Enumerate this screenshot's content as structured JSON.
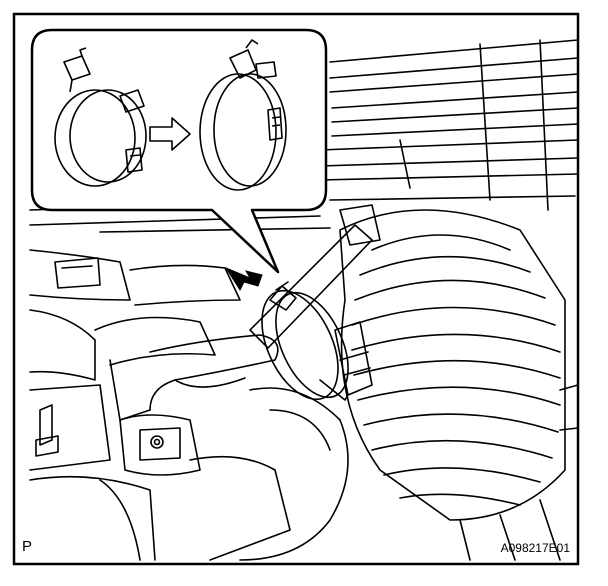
{
  "figure": {
    "view_code": "P",
    "figure_id": "A098217E01"
  },
  "colors": {
    "ink": "#000000",
    "paper": "#ffffff"
  },
  "icons": {
    "callout_arrow": "arrow-right-outline",
    "pointer_arrow": "arrow-solid-black"
  }
}
